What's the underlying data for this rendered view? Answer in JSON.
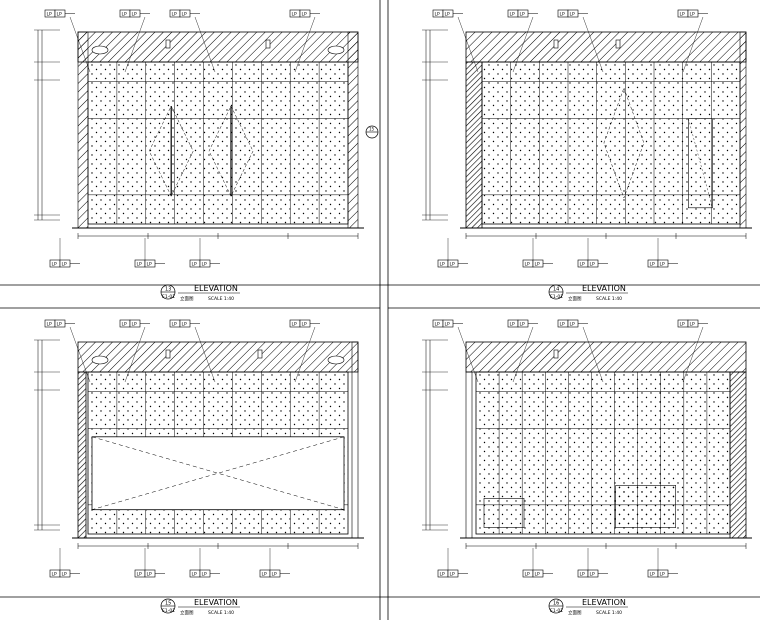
{
  "sheet": {
    "panels": [
      {
        "id": "p13",
        "title": "ELEVATION",
        "number": "13",
        "sheet_ref": "E1-01",
        "subtitle": "立面图",
        "scale": "SCALE 1:40",
        "top_tags": [
          "LP",
          "LP",
          "LP",
          "LP"
        ],
        "bottom_tags": [
          "LP",
          "LP",
          "LP"
        ],
        "section_marker": "15",
        "variant": "a"
      },
      {
        "id": "p14",
        "title": "ELEVATION",
        "number": "14",
        "sheet_ref": "E1-01",
        "subtitle": "立面图",
        "scale": "SCALE 1:40",
        "top_tags": [
          "LP",
          "LP",
          "LP",
          "LP"
        ],
        "bottom_tags": [
          "LP",
          "LP",
          "LP",
          "LP"
        ],
        "section_marker": "",
        "variant": "b"
      },
      {
        "id": "p15",
        "title": "ELEVATION",
        "number": "15",
        "sheet_ref": "E1-01",
        "subtitle": "立面图",
        "scale": "SCALE 1:40",
        "top_tags": [
          "LP",
          "LP",
          "LP",
          "LP"
        ],
        "bottom_tags": [
          "LP",
          "LP",
          "LP",
          "LP"
        ],
        "section_marker": "",
        "variant": "c"
      },
      {
        "id": "p16",
        "title": "ELEVATION",
        "number": "16",
        "sheet_ref": "E1-01",
        "subtitle": "立面图",
        "scale": "SCALE 1:40",
        "top_tags": [
          "LP",
          "LP",
          "LP",
          "LP"
        ],
        "bottom_tags": [
          "LP",
          "LP",
          "LP",
          "LP"
        ],
        "section_marker": "",
        "variant": "d"
      }
    ]
  }
}
